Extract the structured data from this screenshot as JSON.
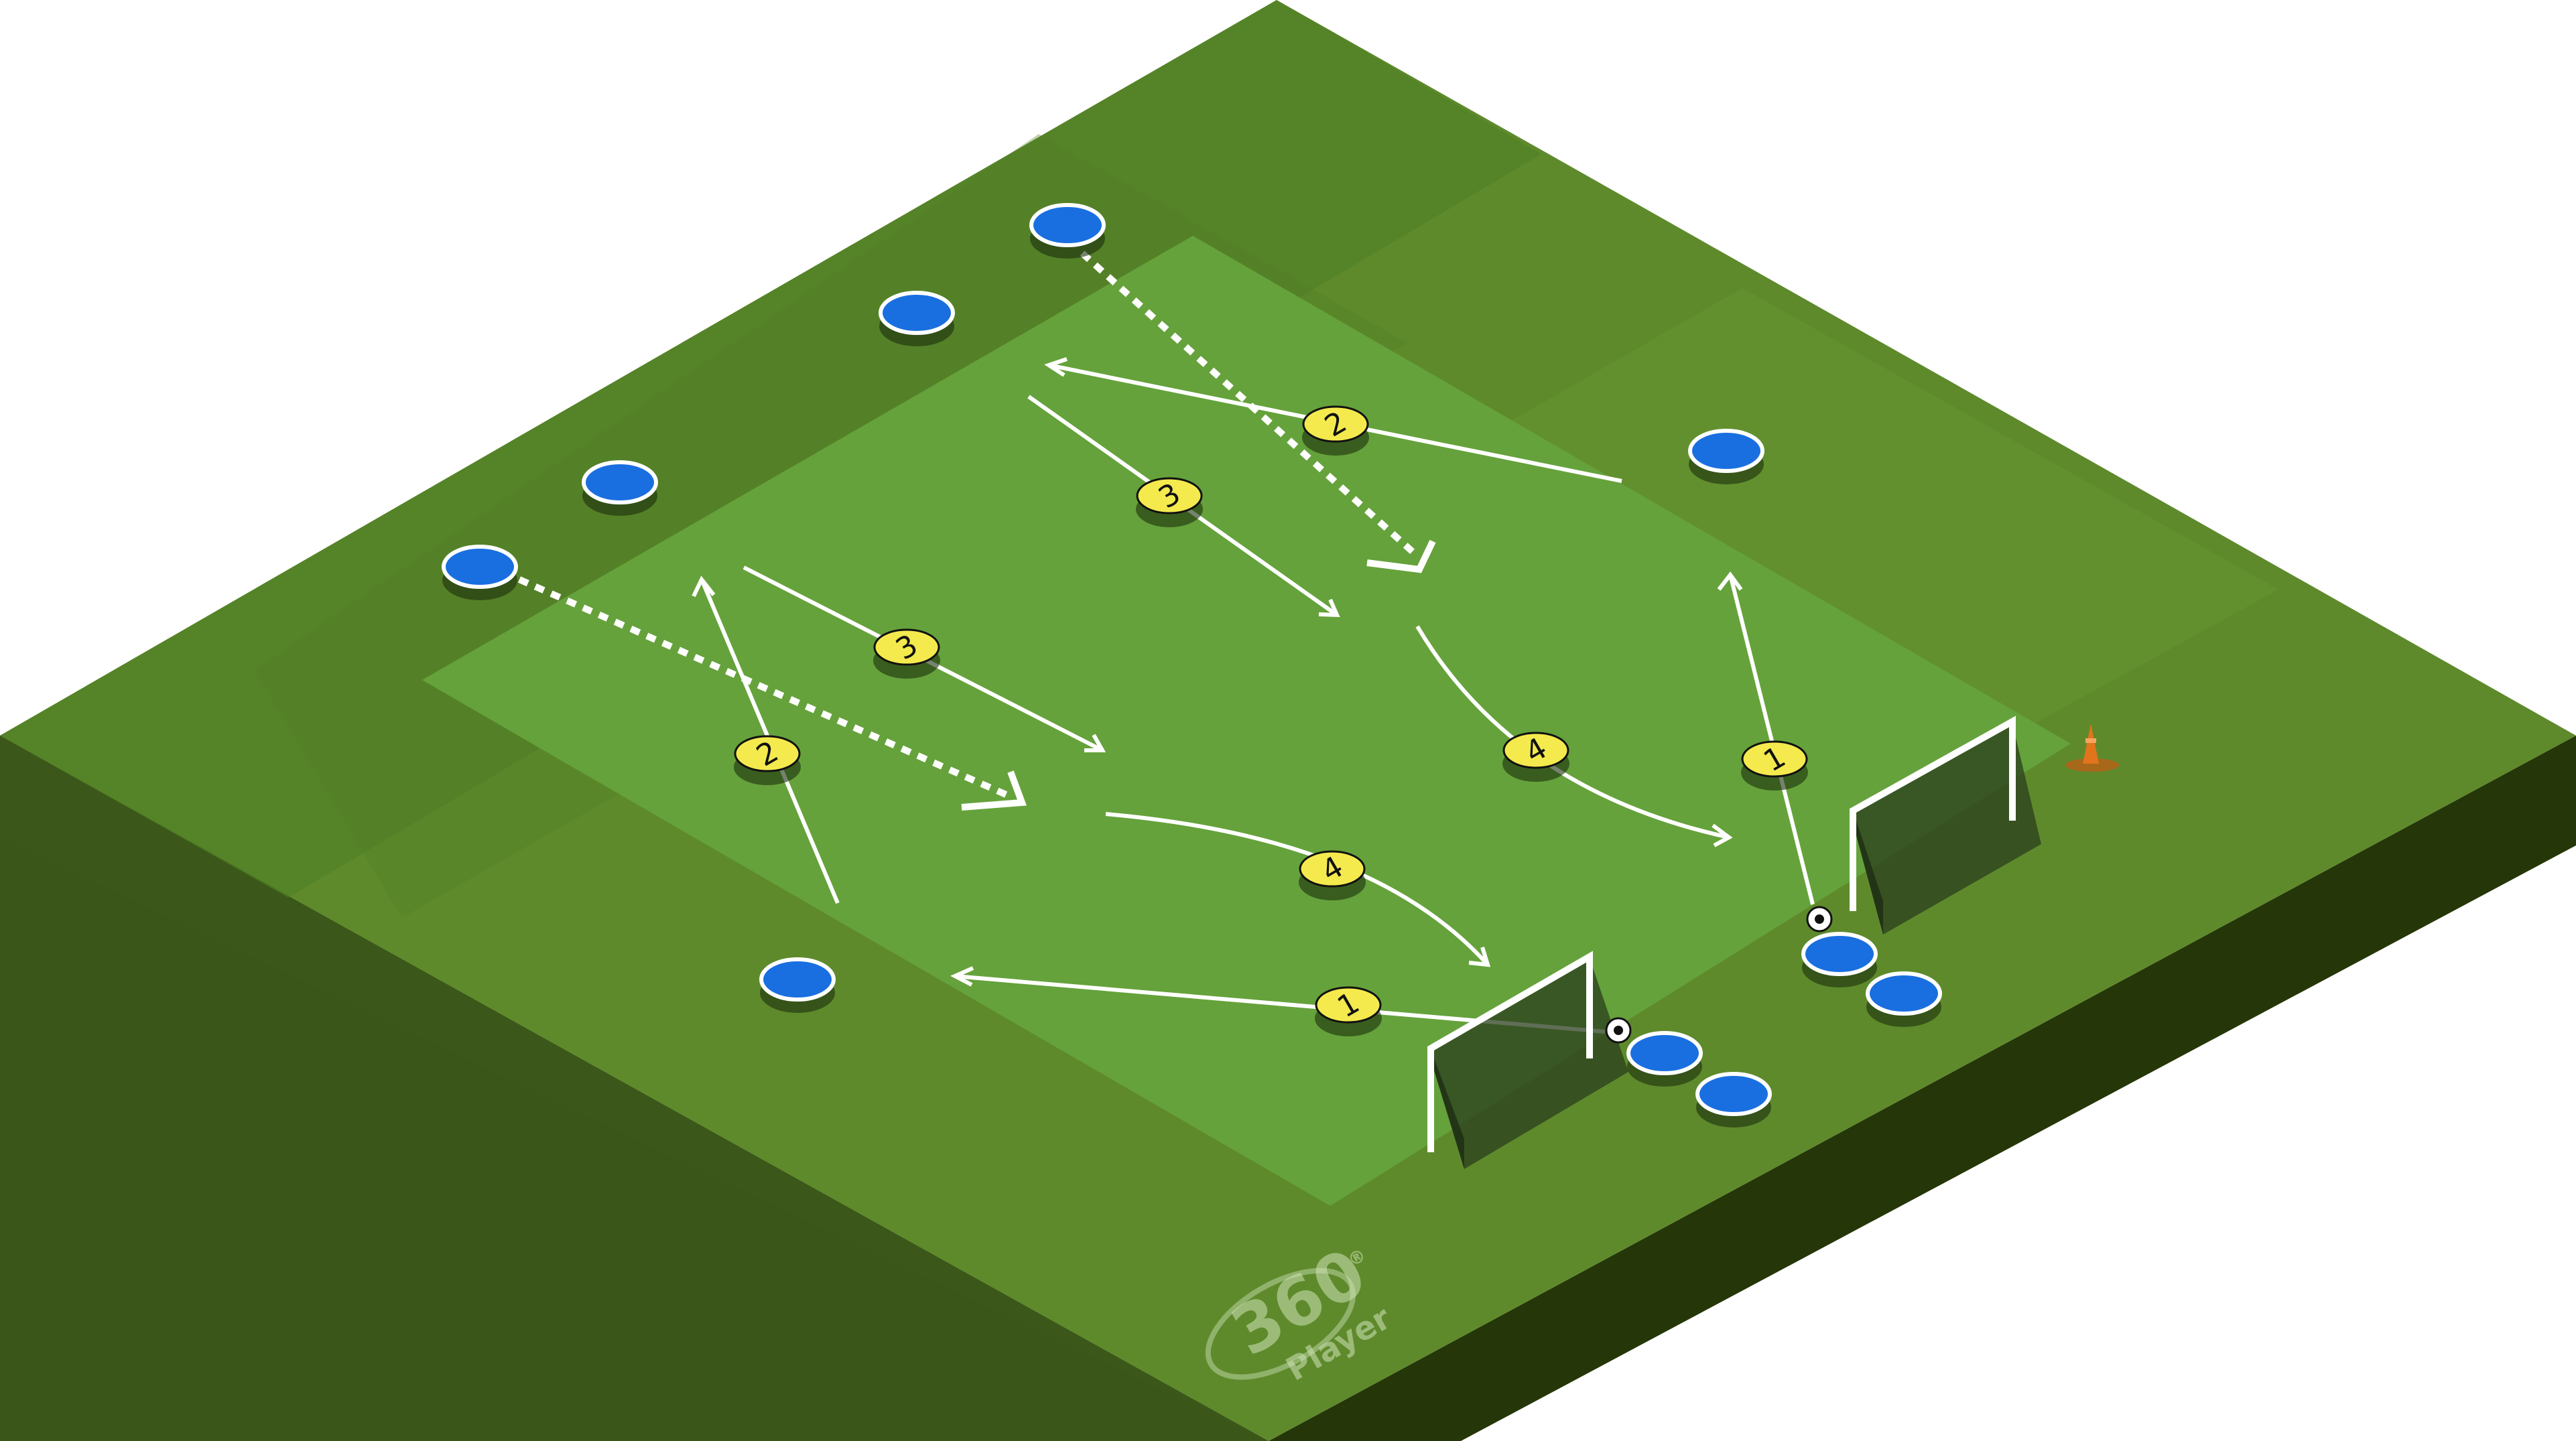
{
  "logo": {
    "number": "360",
    "word": "Player",
    "mark": "®"
  },
  "colors": {
    "grass_outer": "#5e8a2c",
    "grass_inner": "#65a23b",
    "side_left": "#3a5618",
    "side_right": "#253608",
    "player": "#1a6fe0",
    "badge": "#f4ea4e",
    "cone": "#e2741c"
  },
  "badges": [
    {
      "id": "badge-1-right",
      "label": "1"
    },
    {
      "id": "badge-1-bottom",
      "label": "1"
    },
    {
      "id": "badge-2-top",
      "label": "2"
    },
    {
      "id": "badge-2-left",
      "label": "2"
    },
    {
      "id": "badge-3-top",
      "label": "3"
    },
    {
      "id": "badge-3-left",
      "label": "3"
    },
    {
      "id": "badge-4-right",
      "label": "4"
    },
    {
      "id": "badge-4-bottom",
      "label": "4"
    }
  ],
  "players": [
    "player-top",
    "player-top-2",
    "player-left-1",
    "player-left-2",
    "player-right",
    "player-bottom-left",
    "player-goal-1a",
    "player-goal-1b",
    "player-goal-2a",
    "player-goal-2b"
  ]
}
